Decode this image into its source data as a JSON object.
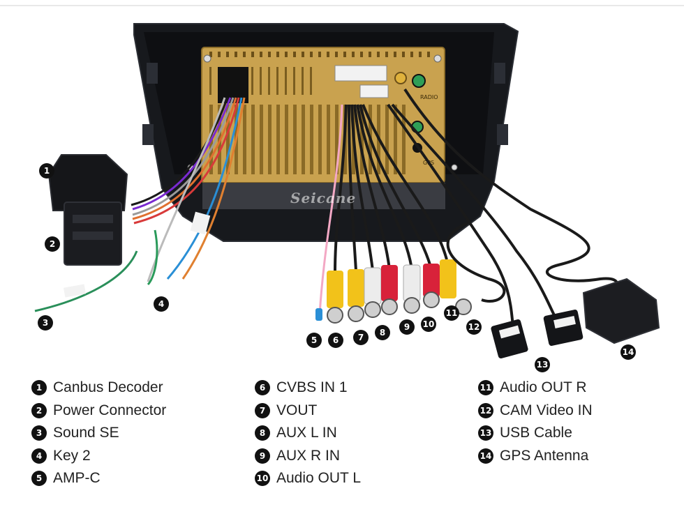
{
  "watermark": "Seicane",
  "radio_labels": [
    "RADIO",
    "GPS"
  ],
  "items": [
    {
      "num": "1",
      "label": "Canbus Decoder"
    },
    {
      "num": "2",
      "label": "Power Connector"
    },
    {
      "num": "3",
      "label": "Sound SE"
    },
    {
      "num": "4",
      "label": "Key 2"
    },
    {
      "num": "5",
      "label": "AMP-C"
    },
    {
      "num": "6",
      "label": "CVBS IN 1"
    },
    {
      "num": "7",
      "label": "VOUT"
    },
    {
      "num": "8",
      "label": "AUX L IN"
    },
    {
      "num": "9",
      "label": "AUX R IN"
    },
    {
      "num": "10",
      "label": "Audio OUT L"
    },
    {
      "num": "11",
      "label": "Audio OUT R"
    },
    {
      "num": "12",
      "label": "CAM Video IN"
    },
    {
      "num": "13",
      "label": "USB Cable"
    },
    {
      "num": "14",
      "label": "GPS Antenna"
    }
  ],
  "colors": {
    "chassis": "#c9a24f",
    "frame": "#16181c",
    "rca_yellow": "#f2c21a",
    "rca_red": "#d8223a",
    "rca_white": "#ececec"
  }
}
